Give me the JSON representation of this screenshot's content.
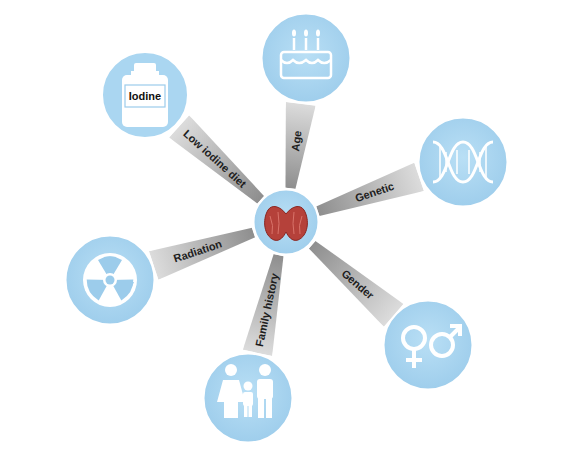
{
  "diagram": {
    "nodes": [
      {
        "text": [
          "Iodine"
        ]
      },
      {
        "text": [
          "Low iodine diet"
        ]
      },
      {
        "text": [
          "Age"
        ]
      },
      {
        "text": [
          "Genetic"
        ]
      },
      {
        "text": [
          "Gender"
        ]
      },
      {
        "text": [
          "Family history"
        ]
      },
      {
        "text": [
          "Radiation"
        ]
      }
    ]
  }
}
